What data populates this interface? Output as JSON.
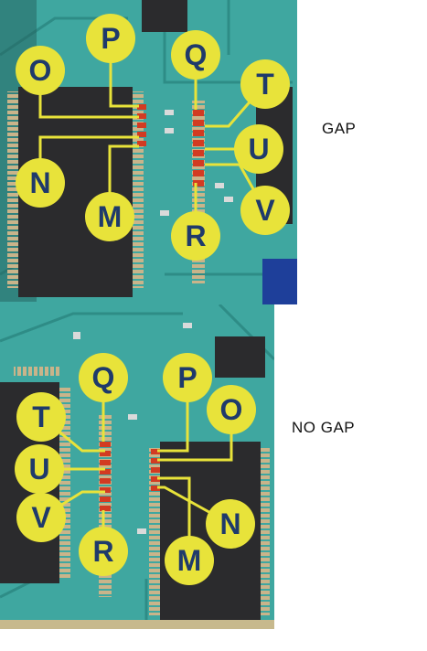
{
  "captions": {
    "top": "GAP",
    "bottom": "NO GAP"
  },
  "top_panel": {
    "labels": {
      "o": "O",
      "p": "P",
      "q": "Q",
      "t": "T",
      "u": "U",
      "n": "N",
      "m": "M",
      "r": "R",
      "v": "V"
    }
  },
  "bottom_panel": {
    "labels": {
      "q": "Q",
      "p": "P",
      "o": "O",
      "t": "T",
      "u": "U",
      "v": "V",
      "r": "R",
      "m": "M",
      "n": "N"
    }
  },
  "colors": {
    "board": "#3fa7a0",
    "chip": "#2b2b2d",
    "callout": "#e8e33a",
    "label_text": "#1f3a6b",
    "pad_red": "#d23b22",
    "trace": "#e8e33a"
  }
}
